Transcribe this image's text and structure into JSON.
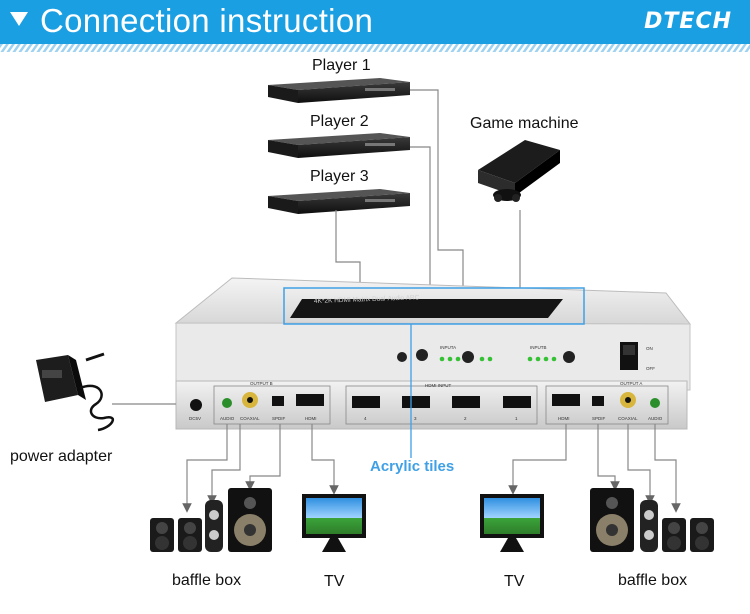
{
  "header": {
    "title": "Connection instruction",
    "brand": "DTECH"
  },
  "labels": {
    "player1": "Player 1",
    "player2": "Player 2",
    "player3": "Player 3",
    "game_machine": "Game machine",
    "power_adapter": "power adapter",
    "acrylic_tiles": "Acrylic tiles",
    "tv_left": "TV",
    "tv_right": "TV",
    "baffle_left": "baffle box",
    "baffle_right": "baffle box"
  },
  "device": {
    "panel_text": "4K*2K HDMI Matrix Dual-Audio ARC",
    "output_b": "OUTPUT B",
    "output_a": "OUTPUT A",
    "hdmi_input": "HDMI INPUT",
    "inputa": "INPUTA",
    "inputb": "INPUTB",
    "on": "ON",
    "off": "OFF",
    "dc5v": "DC5V",
    "audio": "AUDIO",
    "coaxial": "COAXIAL",
    "spdif": "SPDIF",
    "hdmi": "HDMI",
    "port4": "4",
    "port3": "3",
    "port2": "2",
    "port1": "1"
  },
  "colors": {
    "banner": "#1b9fe3",
    "accent": "#3fa0e6",
    "line": "#888888"
  }
}
